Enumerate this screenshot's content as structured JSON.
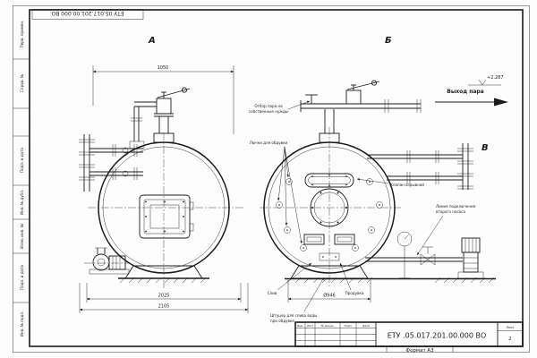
{
  "sheet": {
    "number": "ЕТУ .05.017.201.00.000 ВО",
    "number_top": "ЕТУ 05.017.201.00.000 ВО",
    "format_note": "Формат А3",
    "sheet_label": "Лист",
    "sheet_value": "2"
  },
  "title_block": {
    "col_izm": "Изм.",
    "col_list": "Лист",
    "col_dokum": "№ докум.",
    "col_podp": "Подп.",
    "col_data": "Дата"
  },
  "margin": {
    "m1": "Перв. примен.",
    "m2": "Справ. №",
    "m3": "Подп. и дата",
    "m4": "Инв. № дубл.",
    "m5": "Взам. инв. №",
    "m6": "Подп. и дата",
    "m7": "Инв. № подл."
  },
  "views": {
    "a": "А",
    "b": "Б",
    "v": "В"
  },
  "dimensions": {
    "width_top": "1050",
    "base_1": "2025",
    "base_2": "2105",
    "diameter": "Ø946"
  },
  "annotations": {
    "steam_out": "Выход пара",
    "elevation": "+2,287",
    "otbor_1": "Отбор пара на",
    "otbor_2": "собственные нужды",
    "lyuchki": "Лючки для обдувки",
    "klapan": "Клапан взрывной",
    "line_1": "Линия подключения",
    "line_2": "второго насоса",
    "sliv": "Слив",
    "produvka": "Продувка",
    "shtucer_1": "Штуцер для слива воды",
    "shtucer_2": "при обдувке"
  }
}
